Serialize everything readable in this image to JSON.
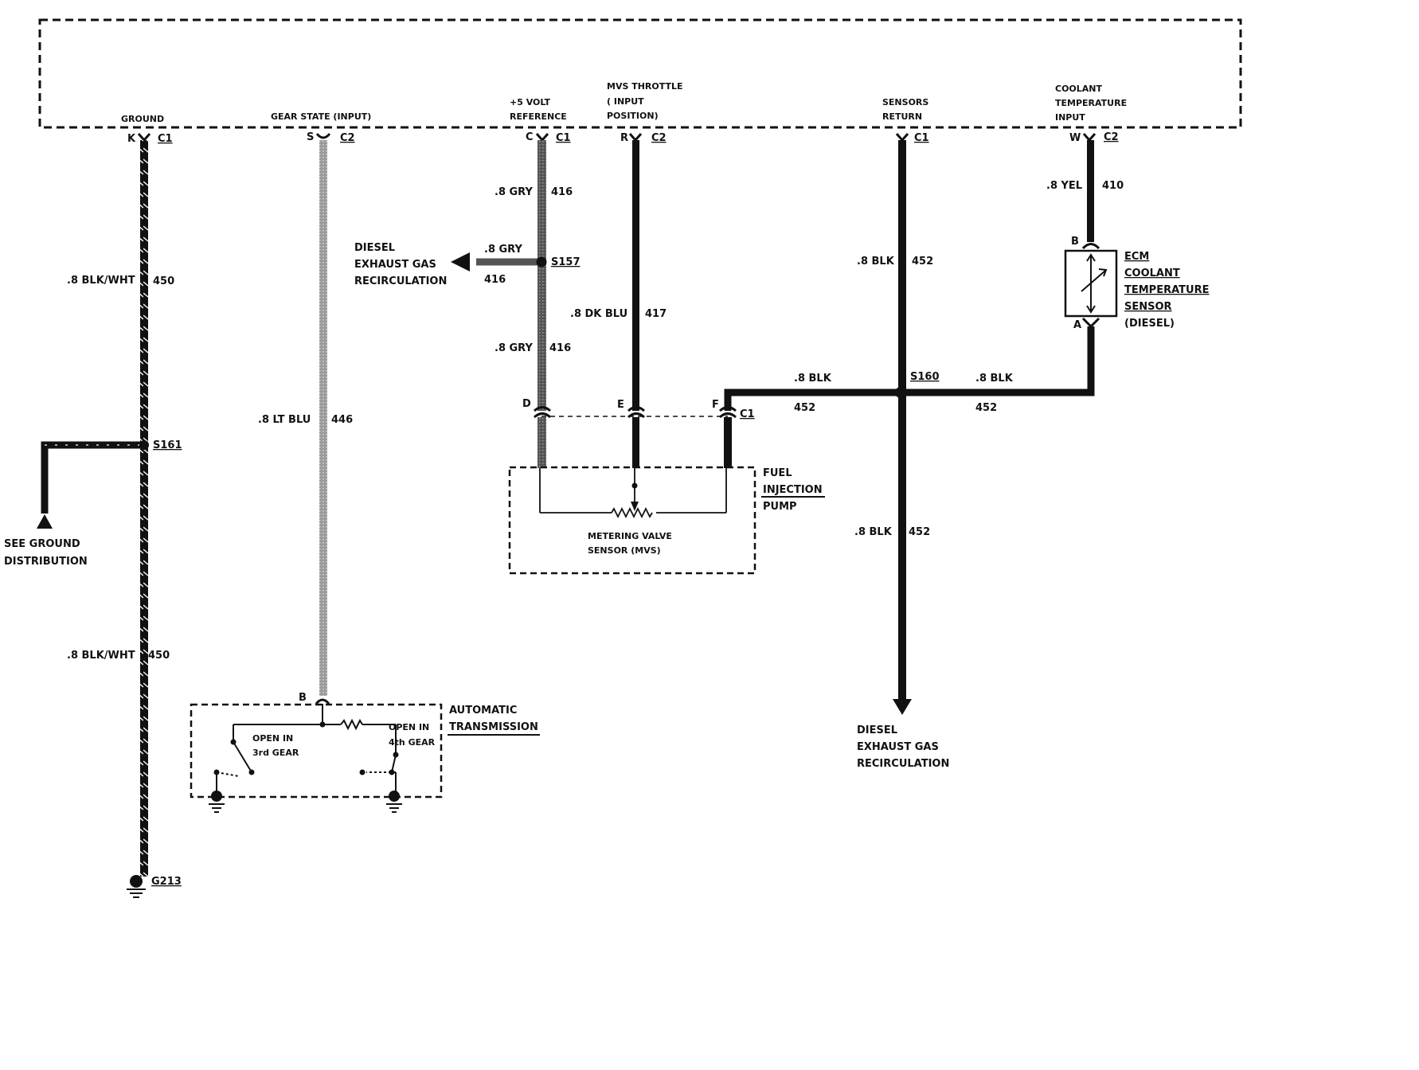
{
  "ecm_pins": {
    "ground": {
      "label": "GROUND",
      "pin": "K",
      "conn": "C1"
    },
    "gear_state": {
      "label": "GEAR STATE (INPUT)",
      "pin": "S",
      "conn": "C2"
    },
    "volt_ref": {
      "line1": "+5 VOLT",
      "line2": "REFERENCE",
      "pin": "C",
      "conn": "C1"
    },
    "mvs_throttle": {
      "line1": "MVS THROTTLE",
      "line2": "( INPUT",
      "line3": "POSITION)",
      "pin": "R",
      "conn": "C2"
    },
    "sensors_return": {
      "line1": "SENSORS",
      "line2": "RETURN",
      "conn": "C1"
    },
    "coolant_temp": {
      "line1": "COOLANT",
      "line2": "TEMPERATURE",
      "line3": "INPUT",
      "pin": "W",
      "conn": "C2"
    }
  },
  "wires": {
    "w450a": {
      "label": ".8 BLK/WHT",
      "num": "450"
    },
    "w450b": {
      "label": ".8 BLK/WHT",
      "num": "450"
    },
    "w446": {
      "label": ".8 LT BLU",
      "num": "446"
    },
    "w416a": {
      "label": ".8 GRY",
      "num": "416"
    },
    "w416b": {
      "label": ".8 GRY",
      "num": "416"
    },
    "w416c": {
      "label": ".8 GRY",
      "num": "416"
    },
    "w417": {
      "label": ".8 DK BLU",
      "num": "417"
    },
    "w452a": {
      "label": ".8 BLK",
      "num": "452"
    },
    "w452b": {
      "label": ".8 BLK",
      "num": "452"
    },
    "w452c": {
      "label": ".8 BLK",
      "num": "452"
    },
    "w452d": {
      "label": ".8 BLK",
      "num": "452"
    },
    "w410": {
      "label": ".8 YEL",
      "num": "410"
    }
  },
  "splices": {
    "s157": "S157",
    "s160": "S160",
    "s161": "S161",
    "g213": "G213"
  },
  "egr_left": {
    "line1": "DIESEL",
    "line2": "EXHAUST GAS",
    "line3": "RECIRCULATION"
  },
  "egr_bottom": {
    "line1": "DIESEL",
    "line2": "EXHAUST GAS",
    "line3": "RECIRCULATION"
  },
  "see_ground": {
    "line1": "SEE GROUND",
    "line2": "DISTRIBUTION"
  },
  "auto_trans": {
    "title1": "AUTOMATIC",
    "title2": "TRANSMISSION",
    "pin": "B",
    "sw3_line1": "OPEN IN",
    "sw3_line2": "3rd GEAR",
    "sw4_line1": "OPEN IN",
    "sw4_line2": "4th GEAR"
  },
  "fuel_pump": {
    "title1": "FUEL",
    "title2": "INJECTION",
    "title3": "PUMP",
    "pin_d": "D",
    "pin_e": "E",
    "pin_f": "F",
    "conn": "C1",
    "mvs_line1": "METERING VALVE",
    "mvs_line2": "SENSOR (MVS)"
  },
  "coolant_sensor": {
    "line1": "ECM",
    "line2": "COOLANT",
    "line3": "TEMPERATURE",
    "line4": "SENSOR",
    "line5": "(DIESEL)",
    "pin_b": "B",
    "pin_a": "A"
  }
}
